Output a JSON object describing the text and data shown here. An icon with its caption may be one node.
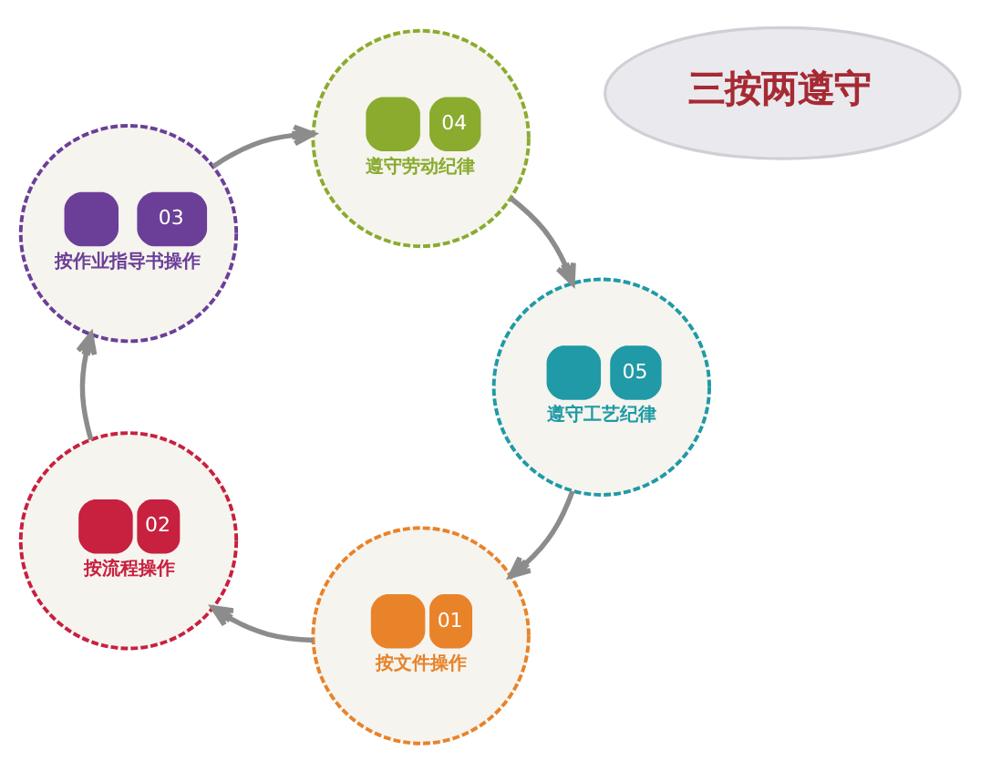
{
  "diagram": {
    "nodes": [
      {
        "text": [
          "01",
          "按文件操作"
        ]
      },
      {
        "text": [
          "02",
          "按流程操作"
        ]
      },
      {
        "text": [
          "03",
          "按作业指导书操作"
        ]
      },
      {
        "text": [
          "04",
          "遵守劳动纪律"
        ]
      },
      {
        "text": [
          "05",
          "遵守工艺纪律"
        ]
      },
      {
        "text": [
          "三按两遵守"
        ]
      }
    ],
    "edges": [
      {
        "from": 0,
        "to": 1,
        "arrow": "to"
      },
      {
        "from": 1,
        "to": 2,
        "arrow": "to"
      },
      {
        "from": 2,
        "to": 3,
        "arrow": "to"
      },
      {
        "from": 3,
        "to": 4,
        "arrow": "to"
      },
      {
        "from": 4,
        "to": 0,
        "arrow": "to"
      }
    ]
  }
}
